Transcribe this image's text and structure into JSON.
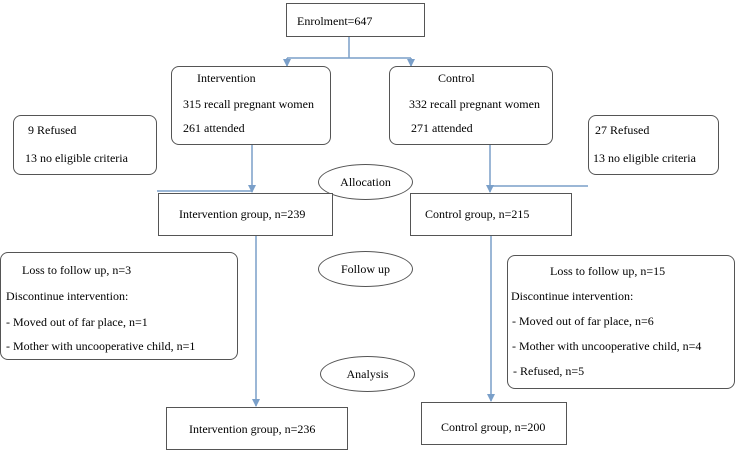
{
  "enrolment": "Enrolment=647",
  "intervention_arm": {
    "title": "Intervention",
    "recall": "315 recall pregnant women",
    "attended": "261 attended"
  },
  "control_arm": {
    "title": "Control",
    "recall": "332 recall pregnant women",
    "attended": "271 attended"
  },
  "excluded_left": {
    "refused": "9 Refused",
    "ineligible": "13 no eligible criteria"
  },
  "excluded_right": {
    "refused": "27 Refused",
    "ineligible": "13 no eligible criteria"
  },
  "stages": {
    "allocation": "Allocation",
    "follow_up": "Follow up",
    "analysis": "Analysis"
  },
  "allocated": {
    "intervention": "Intervention group, n=239",
    "control": "Control group, n=215"
  },
  "followup_left": {
    "loss": "Loss to follow up, n=3",
    "discontinue": "Discontinue intervention:",
    "moved": "- Moved out of far place, n=1",
    "uncooperative": "- Mother with uncooperative child, n=1"
  },
  "followup_right": {
    "loss": "Loss to follow up, n=15",
    "discontinue": "Discontinue intervention:",
    "moved": "- Moved out of far place, n=6",
    "uncooperative": "- Mother with uncooperative child, n=4",
    "refused": "- Refused, n=5"
  },
  "analysed": {
    "intervention": "Intervention group, n=236",
    "control": "Control group, n=200"
  },
  "colors": {
    "arrow": "#7a9fc9",
    "border": "#555555"
  }
}
